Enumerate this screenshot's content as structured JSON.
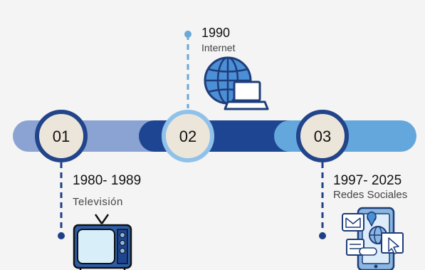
{
  "milestones": [
    {
      "number": "01",
      "years": "1980- 1989",
      "label": "Televisión"
    },
    {
      "number": "02",
      "years": "1990",
      "label": "Internet"
    },
    {
      "number": "03",
      "years": "1997- 2025",
      "label": "Redes Sociales"
    }
  ],
  "colors": {
    "background": "#f4f4f4",
    "band_light": "#8aa3d3",
    "band_dark": "#1e4592",
    "band_sky": "#63a7dc",
    "ring_dark": "#22448a",
    "ring_light": "#8fc2ea",
    "circle_fill": "#ece6da",
    "connector_dark": "#1f3f86",
    "connector_light": "#6aa8d8",
    "text": "#111111",
    "sublabel": "#444444"
  },
  "icons": [
    "television-icon",
    "globe-laptop-icon",
    "social-media-devices-icon"
  ]
}
